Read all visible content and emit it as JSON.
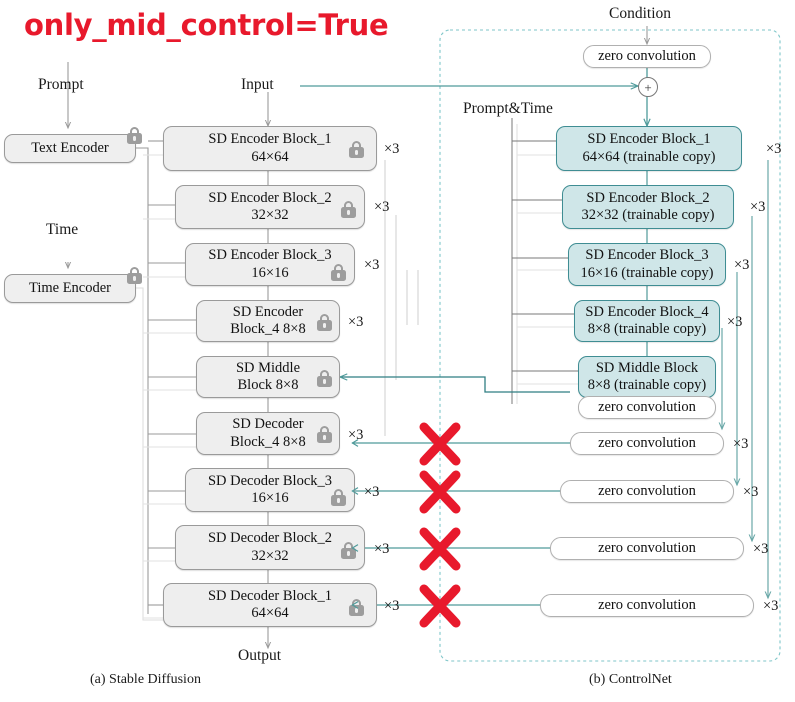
{
  "title": "only_mid_control=True",
  "colors": {
    "title_red": "#e8192c",
    "x_red": "#e8192c",
    "teal": "#4f9a9a",
    "teal_dark": "#2f7e82",
    "cn_fill": "#cfe6e8",
    "cn_border": "#3f8d93",
    "sd_fill": "#eeeeee",
    "sd_border": "#9a9a9a",
    "dashed_border": "#7fc6c9"
  },
  "labels": {
    "prompt": "Prompt",
    "time": "Time",
    "input": "Input",
    "output": "Output",
    "condition": "Condition",
    "prompt_time": "Prompt&Time",
    "plus": "+"
  },
  "captions": {
    "left": "(a) Stable Diffusion",
    "right": "(b) ControlNet"
  },
  "left_column": {
    "encoders": [
      {
        "line1": "Text Encoder",
        "line2": "",
        "mult": ""
      },
      {
        "line1": "Time Encoder",
        "line2": "",
        "mult": ""
      }
    ],
    "blocks": [
      {
        "line1": "SD Encoder Block_1",
        "line2": "64×64",
        "mult": "×3"
      },
      {
        "line1": "SD Encoder Block_2",
        "line2": "32×32",
        "mult": "×3"
      },
      {
        "line1": "SD Encoder Block_3",
        "line2": "16×16",
        "mult": "×3"
      },
      {
        "line1": "SD Encoder",
        "line2": "Block_4 8×8",
        "mult": "×3"
      },
      {
        "line1": "SD Middle",
        "line2": "Block 8×8",
        "mult": ""
      },
      {
        "line1": "SD Decoder",
        "line2": "Block_4 8×8",
        "mult": "×3"
      },
      {
        "line1": "SD Decoder Block_3",
        "line2": "16×16",
        "mult": "×3"
      },
      {
        "line1": "SD Decoder Block_2",
        "line2": "32×32",
        "mult": "×3"
      },
      {
        "line1": "SD Decoder Block_1",
        "line2": "64×64",
        "mult": "×3"
      }
    ]
  },
  "right_column": {
    "top_zero_conv": "zero convolution",
    "blocks": [
      {
        "line1": "SD Encoder Block_1",
        "line2": "64×64 (trainable copy)",
        "mult": "×3"
      },
      {
        "line1": "SD Encoder Block_2",
        "line2": "32×32 (trainable copy)",
        "mult": "×3"
      },
      {
        "line1": "SD Encoder Block_3",
        "line2": "16×16 (trainable copy)",
        "mult": "×3"
      },
      {
        "line1": "SD Encoder Block_4",
        "line2": "8×8 (trainable copy)",
        "mult": "×3"
      },
      {
        "line1": "SD Middle Block",
        "line2": "8×8 (trainable copy)",
        "mult": ""
      }
    ],
    "zero_convolutions": [
      {
        "label": "zero convolution",
        "mult": ""
      },
      {
        "label": "zero convolution",
        "mult": "×3"
      },
      {
        "label": "zero convolution",
        "mult": "×3"
      },
      {
        "label": "zero convolution",
        "mult": "×3"
      },
      {
        "label": "zero convolution",
        "mult": "×3"
      }
    ]
  },
  "crossed_out": {
    "count": 4,
    "icon": "red-x-mark"
  }
}
